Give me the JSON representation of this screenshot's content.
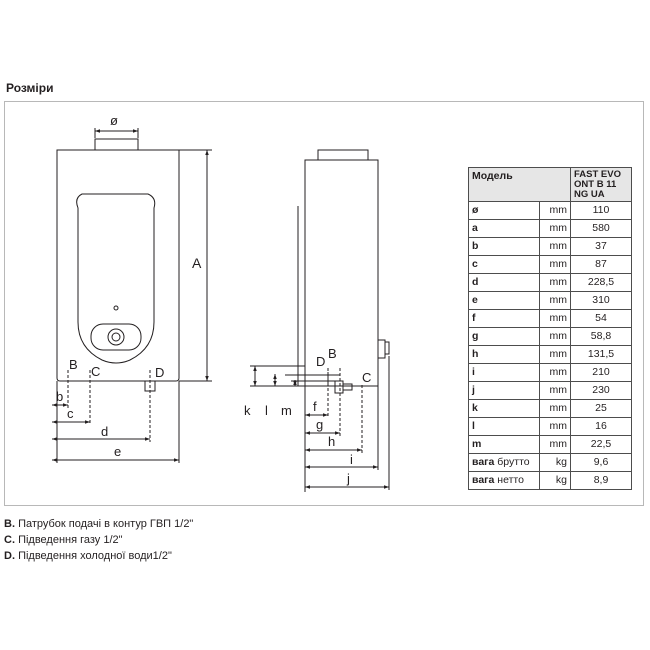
{
  "section_title": "Розміри",
  "diagram_labels": {
    "phi": "ø",
    "A": "A",
    "B": "B",
    "C": "C",
    "D": "D",
    "b": "b",
    "c": "c",
    "d": "d",
    "e": "e",
    "f": "f",
    "g": "g",
    "h": "h",
    "i": "i",
    "j": "j",
    "k": "k",
    "l": "l",
    "m": "m"
  },
  "table": {
    "header_param": "Модель",
    "header_model": "FAST EVO ONT B 11 NG UA",
    "rows": [
      {
        "param": "ø",
        "unit": "mm",
        "value": "110"
      },
      {
        "param": "a",
        "unit": "mm",
        "value": "580"
      },
      {
        "param": "b",
        "unit": "mm",
        "value": "37"
      },
      {
        "param": "c",
        "unit": "mm",
        "value": "87"
      },
      {
        "param": "d",
        "unit": "mm",
        "value": "228,5"
      },
      {
        "param": "e",
        "unit": "mm",
        "value": "310"
      },
      {
        "param": "f",
        "unit": "mm",
        "value": "54"
      },
      {
        "param": "g",
        "unit": "mm",
        "value": "58,8"
      },
      {
        "param": "h",
        "unit": "mm",
        "value": "131,5"
      },
      {
        "param": "i",
        "unit": "mm",
        "value": "210"
      },
      {
        "param": "j",
        "unit": "mm",
        "value": "230"
      },
      {
        "param": "k",
        "unit": "mm",
        "value": "25"
      },
      {
        "param": "l",
        "unit": "mm",
        "value": "16"
      },
      {
        "param": "m",
        "unit": "mm",
        "value": "22,5"
      }
    ],
    "weight_gross": {
      "param": "вага",
      "param_suffix": "брутто",
      "unit": "kg",
      "value": "9,6"
    },
    "weight_net": {
      "param": "вага",
      "param_suffix": "нетто",
      "unit": "kg",
      "value": "8,9"
    }
  },
  "legend": [
    {
      "key": "B.",
      "text": "Патрубок подачі в контур ГВП 1/2\""
    },
    {
      "key": "C.",
      "text": "Підведення газу 1/2\""
    },
    {
      "key": "D.",
      "text": "Підведення холодної води1/2\""
    }
  ]
}
